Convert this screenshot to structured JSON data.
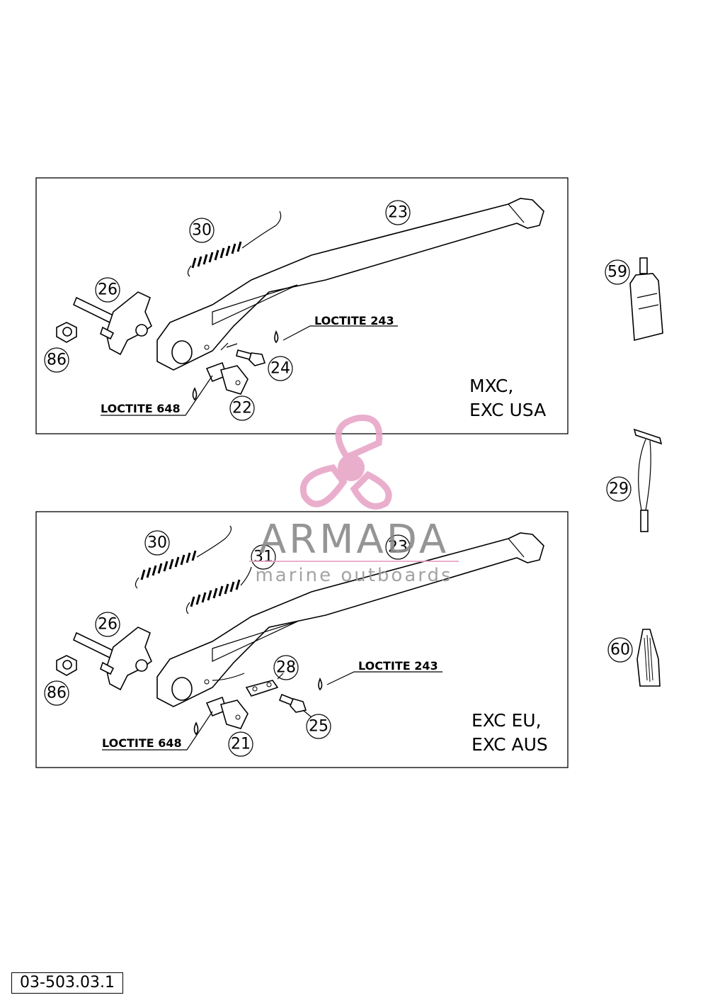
{
  "panels": [
    {
      "variant_lines": [
        "MXC,",
        "EXC USA"
      ],
      "callouts": [
        "30",
        "23",
        "26",
        "86",
        "24",
        "22"
      ],
      "labels": [
        "LOCTITE 243",
        "LOCTITE 648"
      ]
    },
    {
      "variant_lines": [
        "EXC EU,",
        "EXC AUS"
      ],
      "callouts": [
        "30",
        "31",
        "23",
        "26",
        "86",
        "28",
        "25",
        "21"
      ],
      "labels": [
        "LOCTITE 243",
        "LOCTITE 648"
      ]
    }
  ],
  "side_parts": [
    "59",
    "29",
    "60"
  ],
  "watermark": {
    "brand": "ARMADA",
    "tagline": "marine outboards",
    "color": "#e8a6c8"
  },
  "diagram_code": "03-503.03.1"
}
